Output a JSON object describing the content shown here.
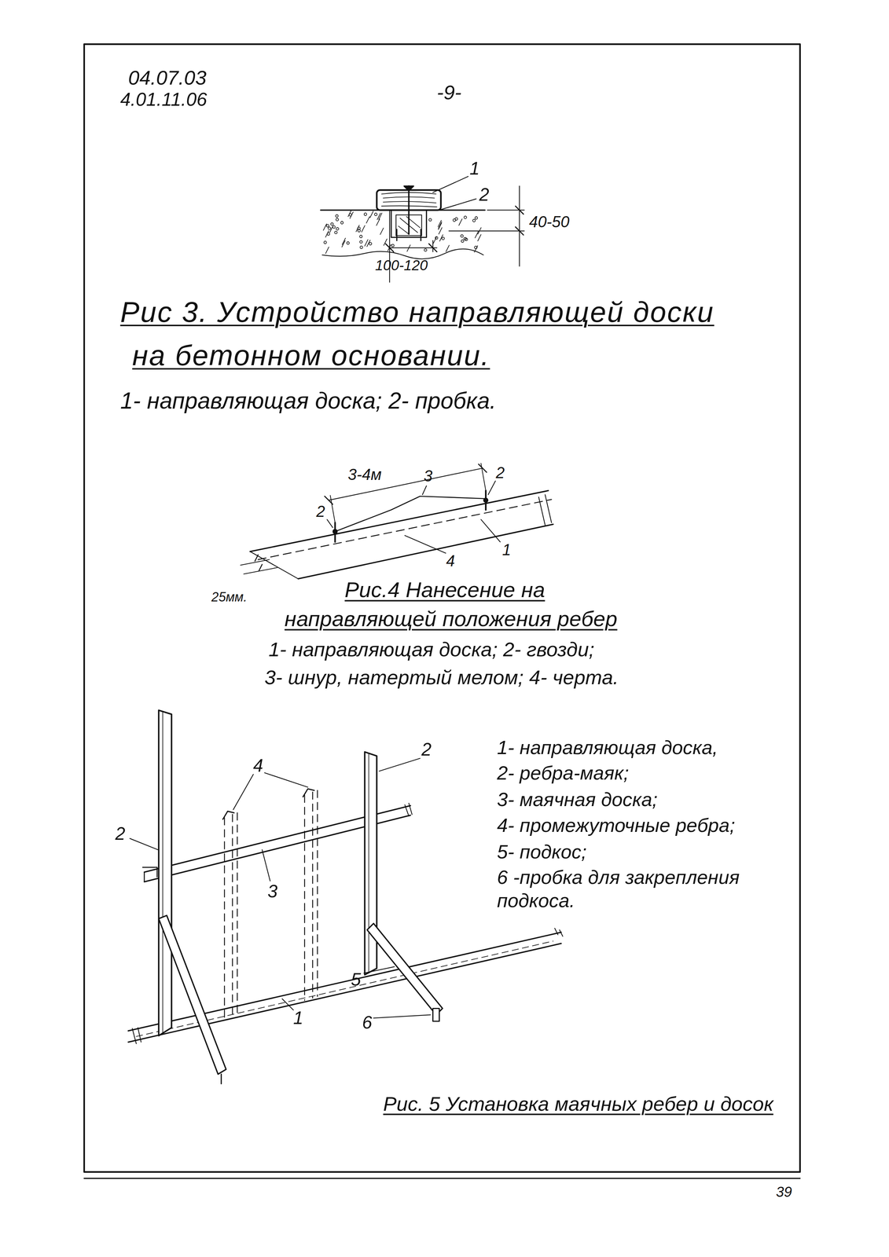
{
  "diagram": {
    "labels": [
      "04.07.03",
      "4.01.11.06",
      "-9-",
      "1",
      "2",
      "40-50",
      "100-120",
      "Рис 3. Устройство направляющей доски",
      "на бетонном основании.",
      "1- направляющая доска; 2- пробка.",
      "3-4м",
      "3",
      "2",
      "2",
      "4",
      "1",
      "25мм.",
      "Рис.4 Нанесение на",
      "направляющей положения ребер",
      "1- направляющая доска; 2- гвозди;",
      "3- шнур, натертый мелом; 4- черта.",
      "4",
      "2",
      "2",
      "3",
      "1",
      "5",
      "6",
      "1- направляющая доска,",
      "2- ребра-маяк;",
      "3- маячная доска;",
      "4- промежуточные ребра;",
      "5- подкос;",
      "6 -пробка для закрепления подкоса.",
      "Рис. 5 Установка маячных ребер и досок",
      "39"
    ]
  }
}
